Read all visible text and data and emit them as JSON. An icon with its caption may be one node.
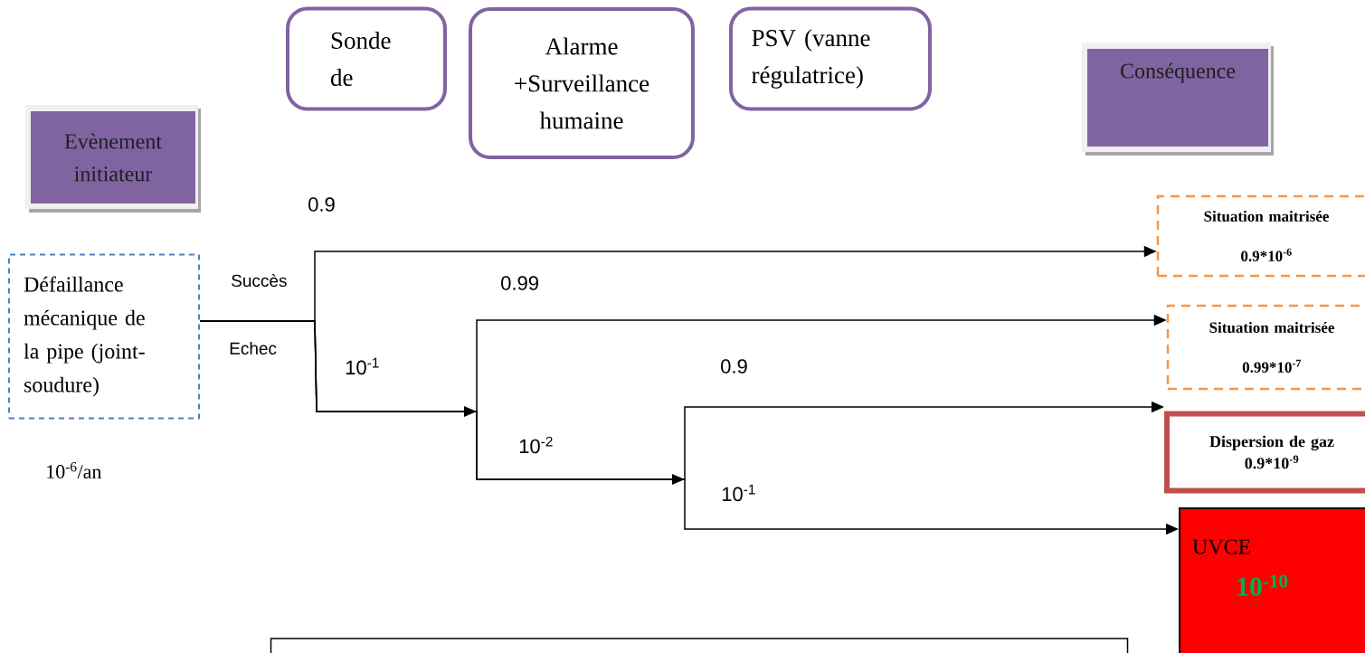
{
  "diagram": {
    "nodes": [
      {
        "text": [
          "Evènement initiateur"
        ]
      },
      {
        "text": [
          "Sonde de"
        ]
      },
      {
        "text": [
          "Alarme +Surveillance humaine"
        ]
      },
      {
        "text": [
          "PSV (vanne régulatrice)"
        ]
      },
      {
        "text": [
          "Conséquence"
        ]
      },
      {
        "text": [
          "Défaillance mécanique de la pipe (joint-soudure)"
        ],
        "beside": [
          "10$^{-6}$/an"
        ]
      },
      {
        "text": [
          "Situation maitrisée",
          "0.9*10$^{-6}$"
        ]
      },
      {
        "text": [
          "Situation maitrisée",
          "0.99*10$^{-7}$"
        ]
      },
      {
        "text": [
          "Dispersion de gaz",
          "0.9*10$^{-9}$"
        ]
      },
      {
        "text": [
          "UVCE",
          "10$^{-10}$"
        ]
      },
      {
        "text": [],
        "shape": "box"
      }
    ],
    "edges": [
      {
        "from": 5,
        "to": 6,
        "arrow": "to"
      },
      {
        "from": 5,
        "to": 7,
        "arrow": "to"
      },
      {
        "from": 5,
        "to": 8,
        "arrow": "to"
      },
      {
        "from": 5,
        "to": 9,
        "arrow": "to"
      }
    ],
    "labels": [
      "0.9",
      "Succès",
      "0.99",
      "Echec",
      "10$^{-1}$",
      "0.9",
      "10$^{-2}$",
      "10$^{-1}$"
    ]
  }
}
